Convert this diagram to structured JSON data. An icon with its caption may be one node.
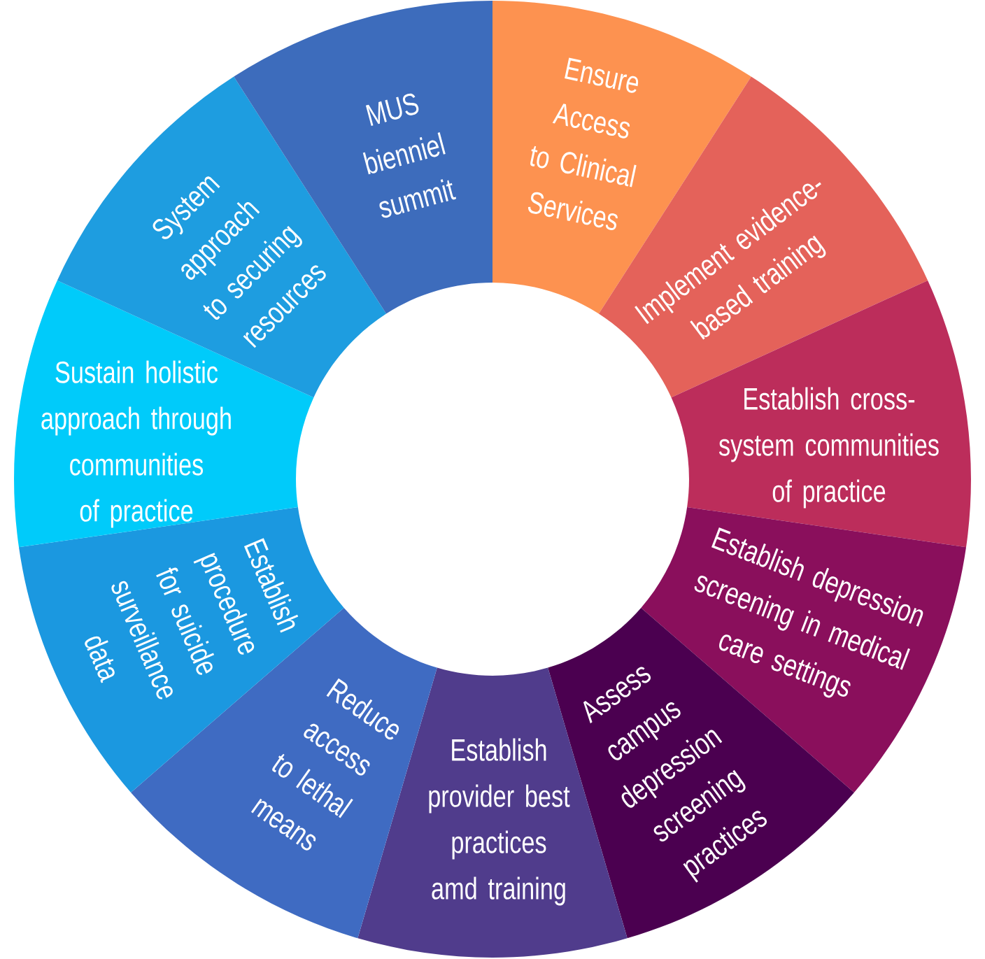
{
  "diagram": {
    "nodes": [
      {
        "text": [
          "Ensure Access to Clinical Services"
        ]
      },
      {
        "text": [
          "Implement evidence-based training"
        ]
      },
      {
        "text": [
          "Establish cross-system communities of practice"
        ]
      },
      {
        "text": [
          "Establish depression screening in medical care settings"
        ]
      },
      {
        "text": [
          "Assess campus depression screening practices"
        ]
      },
      {
        "text": [
          "Establish provider best practices amd training"
        ]
      },
      {
        "text": [
          "Reduce access to lethal means"
        ]
      },
      {
        "text": [
          "Establish procedure for suicide surveillance data"
        ]
      },
      {
        "text": [
          "Sustain holistic approach through communities of practice"
        ]
      },
      {
        "text": [
          "System approach to securing resources"
        ]
      },
      {
        "text": [
          "MUS bienniel summit"
        ]
      }
    ]
  }
}
